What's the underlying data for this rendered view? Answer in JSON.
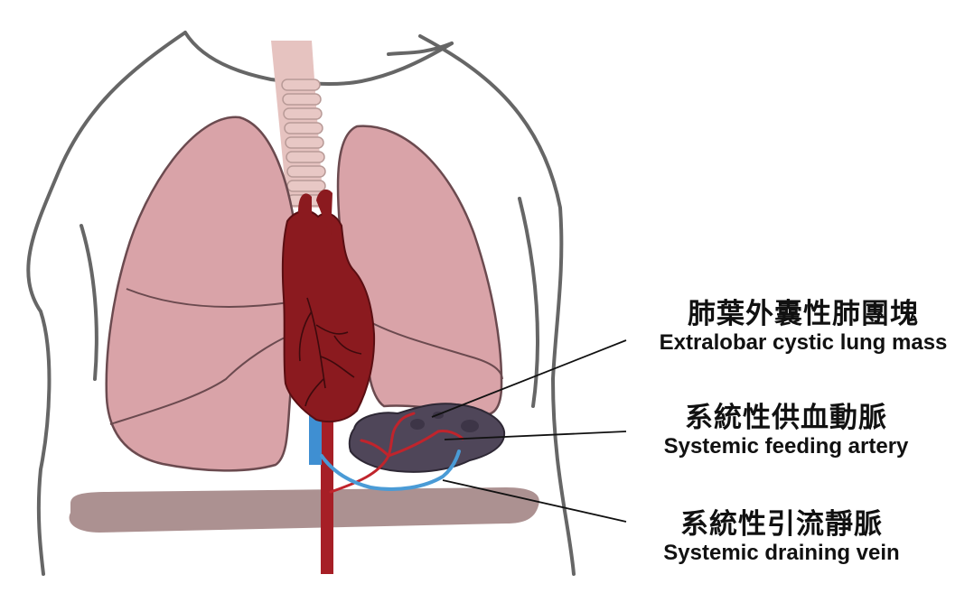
{
  "labels": {
    "mass": {
      "zh": "肺葉外囊性肺團塊",
      "en": "Extralobar cystic lung mass"
    },
    "artery": {
      "zh": "系統性供血動脈",
      "en": "Systemic feeding artery"
    },
    "vein": {
      "zh": "系統性引流靜脈",
      "en": "Systemic draining vein"
    }
  },
  "colors": {
    "body_outline": "#666666",
    "lung_fill": "#d9a3a8",
    "lung_outline": "#6b4a4f",
    "heart": "#8b1a1f",
    "heart_vessels": "#3d0a0d",
    "trachea": "#e6c3c0",
    "aorta": "#a61f26",
    "vein": "#4a9bd6",
    "mass": "#4f4659",
    "diaphragm": "#9e7e7e",
    "leader_line": "#111111"
  }
}
